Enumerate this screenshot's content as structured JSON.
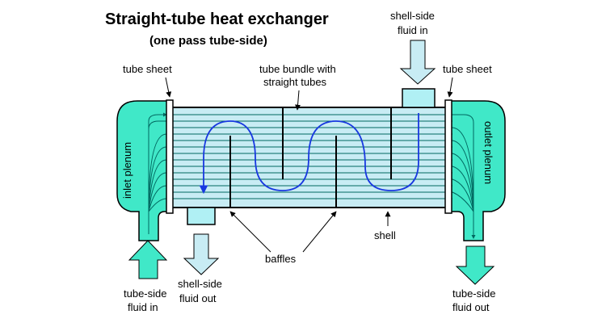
{
  "title": "Straight-tube heat exchanger",
  "subtitle": "(one pass tube-side)",
  "labels": {
    "shell_side_in_line1": "shell-side",
    "shell_side_in_line2": "fluid in",
    "tube_sheet_left": "tube sheet",
    "tube_sheet_right": "tube sheet",
    "tube_bundle_line1": "tube bundle with",
    "tube_bundle_line2": "straight tubes",
    "inlet_plenum": "inlet plenum",
    "outlet_plenum": "outlet plenum",
    "baffles": "baffles",
    "shell": "shell",
    "tube_side_in_line1": "tube-side",
    "tube_side_in_line2": "fluid in",
    "shell_side_out_line1": "shell-side",
    "shell_side_out_line2": "fluid out",
    "tube_side_out_line1": "tube-side",
    "tube_side_out_line2": "fluid out"
  },
  "colors": {
    "plenum_fill": "#40e8c8",
    "shell_fill": "#c8ecf4",
    "tube_line": "#006860",
    "flow_line": "#1838e0",
    "arrow_fill": "#40e8c8",
    "nozzle_fill": "#b0f0f4",
    "baffle": "#000000",
    "outline": "#000000"
  }
}
